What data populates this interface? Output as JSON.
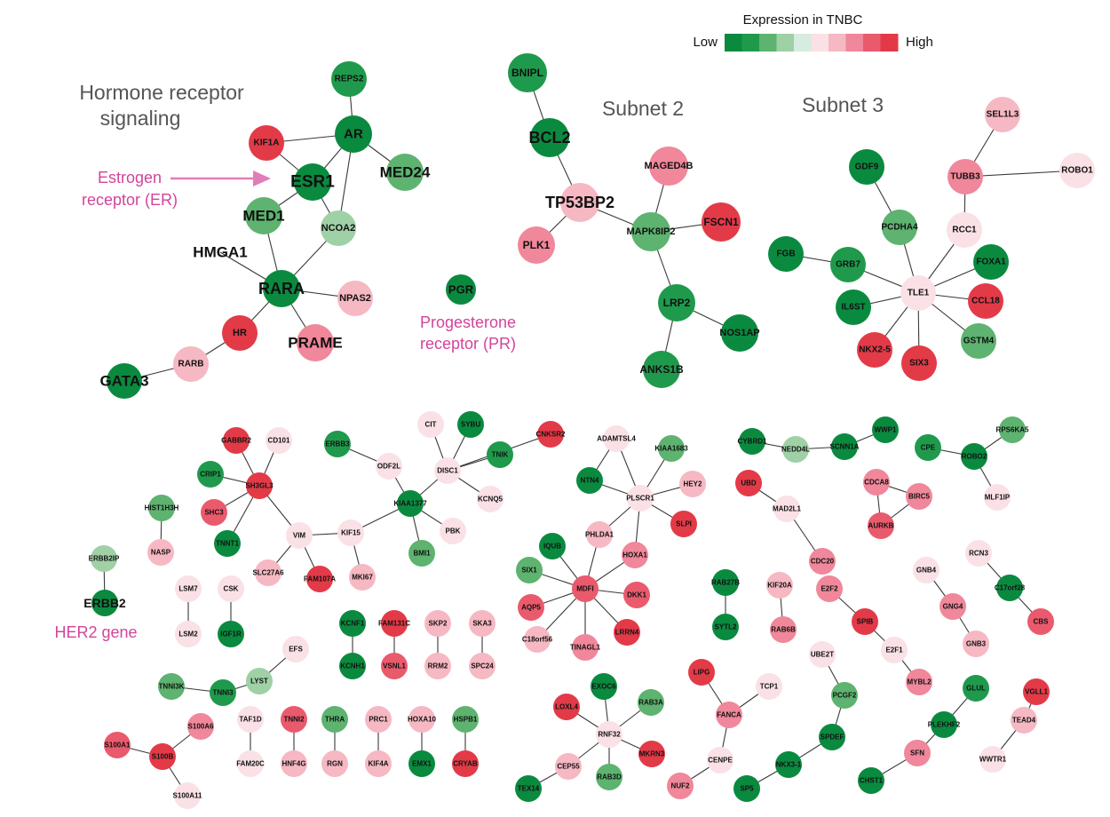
{
  "legend": {
    "title": "Expression in TNBC",
    "low_label": "Low",
    "high_label": "High",
    "swatches": [
      "#0a8a3f",
      "#1f9a4c",
      "#5db36f",
      "#9fd0a6",
      "#d6ece0",
      "#fae1e6",
      "#f6b8c2",
      "#f0879a",
      "#ea5a6d",
      "#e33a48"
    ]
  },
  "labels": {
    "hormone_title_line1": "Hormone receptor",
    "hormone_title_line2": "signaling",
    "subnet2": "Subnet 2",
    "subnet3": "Subnet 3",
    "er_line1": "Estrogen",
    "er_line2": "receptor (ER)",
    "pr_line1": "Progesterone",
    "pr_line2": "receptor (PR)",
    "her2": "HER2 gene"
  },
  "colors": {
    "g5": "#0a8a3f",
    "g4": "#1f9a4c",
    "g3": "#5db36f",
    "g2": "#9fd0a6",
    "g1": "#c9e6d2",
    "p1": "#fae1e6",
    "p2": "#f6b8c2",
    "p3": "#f0879a",
    "p4": "#ea5a6d",
    "p5": "#e33a48",
    "edge": "#3a3a3a",
    "annotation": "#d2449a"
  },
  "nodes": {
    "REPS2": {
      "label": "REPS2",
      "color": "g4"
    },
    "AR": {
      "label": "AR",
      "color": "g5"
    },
    "KIF1A": {
      "label": "KIF1A",
      "color": "p5"
    },
    "ESR1": {
      "label": "ESR1",
      "color": "g5"
    },
    "MED24": {
      "label": "MED24",
      "color": "g3"
    },
    "MED1": {
      "label": "MED1",
      "color": "g3"
    },
    "NCOA2": {
      "label": "NCOA2",
      "color": "g2"
    },
    "HMGA1": {
      "label": "HMGA1",
      "color": "p1"
    },
    "RARA": {
      "label": "RARA",
      "color": "g5"
    },
    "NPAS2": {
      "label": "NPAS2",
      "color": "p2"
    },
    "HR": {
      "label": "HR",
      "color": "p5"
    },
    "PRAME": {
      "label": "PRAME",
      "color": "p3"
    },
    "RARB": {
      "label": "RARB",
      "color": "p2"
    },
    "GATA3": {
      "label": "GATA3",
      "color": "g5"
    },
    "PGR": {
      "label": "PGR",
      "color": "g5"
    },
    "BNIPL": {
      "label": "BNIPL",
      "color": "g4"
    },
    "BCL2": {
      "label": "BCL2",
      "color": "g5"
    },
    "TP53BP2": {
      "label": "TP53BP2",
      "color": "p2"
    },
    "PLK1": {
      "label": "PLK1",
      "color": "p3"
    },
    "MAGED4B": {
      "label": "MAGED4B",
      "color": "p3"
    },
    "MAPK8IP2": {
      "label": "MAPK8IP2",
      "color": "g3"
    },
    "FSCN1": {
      "label": "FSCN1",
      "color": "p5"
    },
    "LRP2": {
      "label": "LRP2",
      "color": "g4"
    },
    "NOS1AP": {
      "label": "NOS1AP",
      "color": "g5"
    },
    "ANKS1B": {
      "label": "ANKS1B",
      "color": "g4"
    },
    "SEL1L3": {
      "label": "SEL1L3",
      "color": "p2"
    },
    "TUBB3": {
      "label": "TUBB3",
      "color": "p3"
    },
    "ROBO1": {
      "label": "ROBO1",
      "color": "p1"
    },
    "GDF9": {
      "label": "GDF9",
      "color": "g5"
    },
    "PCDHA4": {
      "label": "PCDHA4",
      "color": "g3"
    },
    "RCC1": {
      "label": "RCC1",
      "color": "p1"
    },
    "FGB": {
      "label": "FGB",
      "color": "g5"
    },
    "GRB7": {
      "label": "GRB7",
      "color": "g4"
    },
    "FOXA1": {
      "label": "FOXA1",
      "color": "g5"
    },
    "TLE1": {
      "label": "TLE1",
      "color": "p1"
    },
    "IL6ST": {
      "label": "IL6ST",
      "color": "g5"
    },
    "CCL18": {
      "label": "CCL18",
      "color": "p5"
    },
    "NKX2-5": {
      "label": "NKX2-5",
      "color": "p5"
    },
    "SIX3": {
      "label": "SIX3",
      "color": "p5"
    },
    "GSTM4": {
      "label": "GSTM4",
      "color": "g3"
    },
    "GABBR2": {
      "label": "GABBR2",
      "color": "p5"
    },
    "CD101": {
      "label": "CD101",
      "color": "p1"
    },
    "CRIP1": {
      "label": "CRIP1",
      "color": "g4"
    },
    "SH3GL3": {
      "label": "SH3GL3",
      "color": "p5"
    },
    "SHC3": {
      "label": "SHC3",
      "color": "p4"
    },
    "TNNT1": {
      "label": "TNNT1",
      "color": "g5"
    },
    "VIM": {
      "label": "VIM",
      "color": "p1"
    },
    "SLC27A6": {
      "label": "SLC27A6",
      "color": "p2"
    },
    "FAM107A": {
      "label": "FAM107A",
      "color": "p5"
    },
    "KIF15": {
      "label": "KIF15",
      "color": "p1"
    },
    "MKI67": {
      "label": "MKI67",
      "color": "p2"
    },
    "ERBB3": {
      "label": "ERBB3",
      "color": "g4"
    },
    "ODF2L": {
      "label": "ODF2L",
      "color": "p1"
    },
    "CIT": {
      "label": "CIT",
      "color": "p1"
    },
    "SYBU": {
      "label": "SYBU",
      "color": "g5"
    },
    "DISC1": {
      "label": "DISC1",
      "color": "p1"
    },
    "TNIK": {
      "label": "TNIK",
      "color": "g4"
    },
    "CNKSR2": {
      "label": "CNKSR2",
      "color": "p5"
    },
    "KIAA1377": {
      "label": "KIAA1377",
      "color": "g5"
    },
    "KCNQ5": {
      "label": "KCNQ5",
      "color": "p1"
    },
    "PBK": {
      "label": "PBK",
      "color": "p1"
    },
    "BMI1": {
      "label": "BMI1",
      "color": "g3"
    },
    "HIST1H3H": {
      "label": "HIST1H3H",
      "color": "g3"
    },
    "NASP": {
      "label": "NASP",
      "color": "p2"
    },
    "ERBB2IP": {
      "label": "ERBB2IP",
      "color": "g2"
    },
    "ERBB2": {
      "label": "ERBB2",
      "color": "g5"
    },
    "LSM7": {
      "label": "LSM7",
      "color": "p1"
    },
    "LSM2": {
      "label": "LSM2",
      "color": "p1"
    },
    "CSK": {
      "label": "CSK",
      "color": "p1"
    },
    "IGF1R": {
      "label": "IGF1R",
      "color": "g5"
    },
    "KCNF1": {
      "label": "KCNF1",
      "color": "g5"
    },
    "KCNH1": {
      "label": "KCNH1",
      "color": "g5"
    },
    "FAM131C": {
      "label": "FAM131C",
      "color": "p5"
    },
    "VSNL1": {
      "label": "VSNL1",
      "color": "p4"
    },
    "SKP2": {
      "label": "SKP2",
      "color": "p2"
    },
    "RRM2": {
      "label": "RRM2",
      "color": "p2"
    },
    "SKA3": {
      "label": "SKA3",
      "color": "p2"
    },
    "SPC24": {
      "label": "SPC24",
      "color": "p2"
    },
    "EFS": {
      "label": "EFS",
      "color": "p1"
    },
    "TNNI3K": {
      "label": "TNNI3K",
      "color": "g3"
    },
    "TNNI3": {
      "label": "TNNI3",
      "color": "g4"
    },
    "LYST": {
      "label": "LYST",
      "color": "g2"
    },
    "S100A6": {
      "label": "S100A6",
      "color": "p3"
    },
    "S100A1": {
      "label": "S100A1",
      "color": "p4"
    },
    "S100B": {
      "label": "S100B",
      "color": "p5"
    },
    "S100A11": {
      "label": "S100A11",
      "color": "p1"
    },
    "TAF1D": {
      "label": "TAF1D",
      "color": "p1"
    },
    "FAM20C": {
      "label": "FAM20C",
      "color": "p1"
    },
    "TNNI2": {
      "label": "TNNI2",
      "color": "p4"
    },
    "HNF4G": {
      "label": "HNF4G",
      "color": "p2"
    },
    "THRA": {
      "label": "THRA",
      "color": "g3"
    },
    "RGN": {
      "label": "RGN",
      "color": "p2"
    },
    "PRC1": {
      "label": "PRC1",
      "color": "p2"
    },
    "KIF4A": {
      "label": "KIF4A",
      "color": "p2"
    },
    "HOXA10": {
      "label": "HOXA10",
      "color": "p2"
    },
    "EMX1": {
      "label": "EMX1",
      "color": "g5"
    },
    "HSPB1": {
      "label": "HSPB1",
      "color": "g3"
    },
    "CRYAB": {
      "label": "CRYAB",
      "color": "p5"
    },
    "ADAMTSL4": {
      "label": "ADAMTSL4",
      "color": "p1"
    },
    "KIAA1683": {
      "label": "KIAA1683",
      "color": "g3"
    },
    "NTN4": {
      "label": "NTN4",
      "color": "g5"
    },
    "PLSCR1": {
      "label": "PLSCR1",
      "color": "p1"
    },
    "HEY2": {
      "label": "HEY2",
      "color": "p2"
    },
    "SLPI": {
      "label": "SLPI",
      "color": "p5"
    },
    "PHLDA1": {
      "label": "PHLDA1",
      "color": "p2"
    },
    "HOXA1": {
      "label": "HOXA1",
      "color": "p3"
    },
    "IQUB": {
      "label": "IQUB",
      "color": "g5"
    },
    "SIX1": {
      "label": "SIX1",
      "color": "g3"
    },
    "MDFI": {
      "label": "MDFI",
      "color": "p4"
    },
    "DKK1": {
      "label": "DKK1",
      "color": "p4"
    },
    "AQP5": {
      "label": "AQP5",
      "color": "p4"
    },
    "C18orf56": {
      "label": "C18orf56",
      "color": "p2"
    },
    "LRRN4": {
      "label": "LRRN4",
      "color": "p5"
    },
    "TINAGL1": {
      "label": "TINAGL1",
      "color": "p3"
    },
    "EXOC6": {
      "label": "EXOC6",
      "color": "g5"
    },
    "LOXL4": {
      "label": "LOXL4",
      "color": "p5"
    },
    "RAB3A": {
      "label": "RAB3A",
      "color": "g3"
    },
    "RNF32": {
      "label": "RNF32",
      "color": "p1"
    },
    "MKRN3": {
      "label": "MKRN3",
      "color": "p5"
    },
    "CEP55": {
      "label": "CEP55",
      "color": "p2"
    },
    "RAB3D": {
      "label": "RAB3D",
      "color": "g3"
    },
    "TEX14": {
      "label": "TEX14",
      "color": "g5"
    },
    "CYBRD1": {
      "label": "CYBRD1",
      "color": "g5"
    },
    "NEDD4L": {
      "label": "NEDD4L",
      "color": "g2"
    },
    "SCNN1A": {
      "label": "SCNN1A",
      "color": "g5"
    },
    "WWP1": {
      "label": "WWP1",
      "color": "g5"
    },
    "RPS6KA5": {
      "label": "RPS6KA5",
      "color": "g3"
    },
    "CPE": {
      "label": "CPE",
      "color": "g4"
    },
    "ROBO2": {
      "label": "ROBO2",
      "color": "g5"
    },
    "MLF1IP": {
      "label": "MLF1IP",
      "color": "p1"
    },
    "UBD": {
      "label": "UBD",
      "color": "p5"
    },
    "MAD2L1": {
      "label": "MAD2L1",
      "color": "p1"
    },
    "CDC20": {
      "label": "CDC20",
      "color": "p3"
    },
    "CDCA8": {
      "label": "CDCA8",
      "color": "p3"
    },
    "BIRC5": {
      "label": "BIRC5",
      "color": "p3"
    },
    "AURKB": {
      "label": "AURKB",
      "color": "p4"
    },
    "RAB27B": {
      "label": "RAB27B",
      "color": "g5"
    },
    "SYTL2": {
      "label": "SYTL2",
      "color": "g5"
    },
    "KIF20A": {
      "label": "KIF20A",
      "color": "p2"
    },
    "RAB6B": {
      "label": "RAB6B",
      "color": "p3"
    },
    "E2F2": {
      "label": "E2F2",
      "color": "p3"
    },
    "SPIB": {
      "label": "SPIB",
      "color": "p5"
    },
    "E2F1": {
      "label": "E2F1",
      "color": "p1"
    },
    "MYBL2": {
      "label": "MYBL2",
      "color": "p3"
    },
    "GNB4": {
      "label": "GNB4",
      "color": "p1"
    },
    "GNG4": {
      "label": "GNG4",
      "color": "p3"
    },
    "GNB3": {
      "label": "GNB3",
      "color": "p2"
    },
    "RCN3": {
      "label": "RCN3",
      "color": "p1"
    },
    "C17orf28": {
      "label": "C17orf28",
      "color": "g5"
    },
    "CBS": {
      "label": "CBS",
      "color": "p4"
    },
    "LIPG": {
      "label": "LIPG",
      "color": "p5"
    },
    "FANCA": {
      "label": "FANCA",
      "color": "p3"
    },
    "TCP1": {
      "label": "TCP1",
      "color": "p1"
    },
    "CENPE": {
      "label": "CENPE",
      "color": "p1"
    },
    "NUF2": {
      "label": "NUF2",
      "color": "p3"
    },
    "UBE2T": {
      "label": "UBE2T",
      "color": "p1"
    },
    "PCGF2": {
      "label": "PCGF2",
      "color": "g3"
    },
    "SPDEF": {
      "label": "SPDEF",
      "color": "g5"
    },
    "NKX3-1": {
      "label": "NKX3-1",
      "color": "g5"
    },
    "SP5": {
      "label": "SP5",
      "color": "g5"
    },
    "GLUL": {
      "label": "GLUL",
      "color": "g4"
    },
    "PLEKHF2": {
      "label": "PLEKHF2",
      "color": "g5"
    },
    "SFN": {
      "label": "SFN",
      "color": "p3"
    },
    "CHST1": {
      "label": "CHST1",
      "color": "g5"
    },
    "VGLL1": {
      "label": "VGLL1",
      "color": "p5"
    },
    "TEAD4": {
      "label": "TEAD4",
      "color": "p2"
    },
    "WWTR1": {
      "label": "WWTR1",
      "color": "p1"
    }
  },
  "edges": [
    [
      "REPS2",
      "AR"
    ],
    [
      "AR",
      "KIF1A"
    ],
    [
      "AR",
      "ESR1"
    ],
    [
      "AR",
      "MED24"
    ],
    [
      "AR",
      "NCOA2"
    ],
    [
      "KIF1A",
      "ESR1"
    ],
    [
      "ESR1",
      "MED1"
    ],
    [
      "ESR1",
      "NCOA2"
    ],
    [
      "MED1",
      "RARA"
    ],
    [
      "NCOA2",
      "RARA"
    ],
    [
      "HMGA1",
      "RARA"
    ],
    [
      "RARA",
      "NPAS2"
    ],
    [
      "RARA",
      "PRAME"
    ],
    [
      "RARA",
      "HR"
    ],
    [
      "HR",
      "RARB"
    ],
    [
      "RARB",
      "GATA3"
    ],
    [
      "BNIPL",
      "BCL2"
    ],
    [
      "BCL2",
      "TP53BP2"
    ],
    [
      "TP53BP2",
      "PLK1"
    ],
    [
      "TP53BP2",
      "MAPK8IP2"
    ],
    [
      "MAGED4B",
      "MAPK8IP2"
    ],
    [
      "MAPK8IP2",
      "FSCN1"
    ],
    [
      "MAPK8IP2",
      "LRP2"
    ],
    [
      "LRP2",
      "NOS1AP"
    ],
    [
      "LRP2",
      "ANKS1B"
    ],
    [
      "SEL1L3",
      "TUBB3"
    ],
    [
      "TUBB3",
      "ROBO1"
    ],
    [
      "TUBB3",
      "RCC1"
    ],
    [
      "GDF9",
      "PCDHA4"
    ],
    [
      "PCDHA4",
      "TLE1"
    ],
    [
      "RCC1",
      "TLE1"
    ],
    [
      "FGB",
      "GRB7"
    ],
    [
      "GRB7",
      "TLE1"
    ],
    [
      "FOXA1",
      "TLE1"
    ],
    [
      "TLE1",
      "IL6ST"
    ],
    [
      "TLE1",
      "CCL18"
    ],
    [
      "TLE1",
      "NKX2-5"
    ],
    [
      "TLE1",
      "SIX3"
    ],
    [
      "TLE1",
      "GSTM4"
    ],
    [
      "GABBR2",
      "SH3GL3"
    ],
    [
      "CD101",
      "SH3GL3"
    ],
    [
      "CRIP1",
      "SH3GL3"
    ],
    [
      "SH3GL3",
      "SHC3"
    ],
    [
      "SH3GL3",
      "TNNT1"
    ],
    [
      "SH3GL3",
      "VIM"
    ],
    [
      "VIM",
      "SLC27A6"
    ],
    [
      "VIM",
      "FAM107A"
    ],
    [
      "VIM",
      "KIF15"
    ],
    [
      "KIF15",
      "MKI67"
    ],
    [
      "KIF15",
      "KIAA1377"
    ],
    [
      "ERBB3",
      "ODF2L"
    ],
    [
      "ODF2L",
      "KIAA1377"
    ],
    [
      "KIAA1377",
      "DISC1"
    ],
    [
      "CIT",
      "DISC1"
    ],
    [
      "SYBU",
      "DISC1"
    ],
    [
      "DISC1",
      "TNIK"
    ],
    [
      "DISC1",
      "CNKSR2"
    ],
    [
      "DISC1",
      "KCNQ5"
    ],
    [
      "KIAA1377",
      "PBK"
    ],
    [
      "KIAA1377",
      "BMI1"
    ],
    [
      "HIST1H3H",
      "NASP"
    ],
    [
      "ERBB2IP",
      "ERBB2"
    ],
    [
      "LSM7",
      "LSM2"
    ],
    [
      "CSK",
      "IGF1R"
    ],
    [
      "KCNF1",
      "KCNH1"
    ],
    [
      "FAM131C",
      "VSNL1"
    ],
    [
      "SKP2",
      "RRM2"
    ],
    [
      "SKA3",
      "SPC24"
    ],
    [
      "TNNI3K",
      "TNNI3"
    ],
    [
      "TNNI3",
      "LYST"
    ],
    [
      "LYST",
      "EFS"
    ],
    [
      "S100A1",
      "S100B"
    ],
    [
      "S100A6",
      "S100B"
    ],
    [
      "S100B",
      "S100A11"
    ],
    [
      "TAF1D",
      "FAM20C"
    ],
    [
      "TNNI2",
      "HNF4G"
    ],
    [
      "THRA",
      "RGN"
    ],
    [
      "PRC1",
      "KIF4A"
    ],
    [
      "HOXA10",
      "EMX1"
    ],
    [
      "HSPB1",
      "CRYAB"
    ],
    [
      "ADAMTSL4",
      "NTN4"
    ],
    [
      "ADAMTSL4",
      "PLSCR1"
    ],
    [
      "KIAA1683",
      "PLSCR1"
    ],
    [
      "NTN4",
      "PLSCR1"
    ],
    [
      "PLSCR1",
      "HEY2"
    ],
    [
      "PLSCR1",
      "SLPI"
    ],
    [
      "PLSCR1",
      "PHLDA1"
    ],
    [
      "PLSCR1",
      "HOXA1"
    ],
    [
      "PHLDA1",
      "MDFI"
    ],
    [
      "HOXA1",
      "MDFI"
    ],
    [
      "IQUB",
      "MDFI"
    ],
    [
      "SIX1",
      "MDFI"
    ],
    [
      "MDFI",
      "DKK1"
    ],
    [
      "MDFI",
      "AQP5"
    ],
    [
      "MDFI",
      "C18orf56"
    ],
    [
      "MDFI",
      "LRRN4"
    ],
    [
      "MDFI",
      "TINAGL1"
    ],
    [
      "EXOC6",
      "RNF32"
    ],
    [
      "LOXL4",
      "RNF32"
    ],
    [
      "RAB3A",
      "RNF32"
    ],
    [
      "RNF32",
      "MKRN3"
    ],
    [
      "RNF32",
      "CEP55"
    ],
    [
      "RNF32",
      "RAB3D"
    ],
    [
      "CEP55",
      "TEX14"
    ],
    [
      "CYBRD1",
      "NEDD4L"
    ],
    [
      "NEDD4L",
      "SCNN1A"
    ],
    [
      "SCNN1A",
      "WWP1"
    ],
    [
      "CPE",
      "ROBO2"
    ],
    [
      "RPS6KA5",
      "ROBO2"
    ],
    [
      "ROBO2",
      "MLF1IP"
    ],
    [
      "UBD",
      "MAD2L1"
    ],
    [
      "MAD2L1",
      "CDC20"
    ],
    [
      "CDCA8",
      "BIRC5"
    ],
    [
      "CDCA8",
      "AURKB"
    ],
    [
      "BIRC5",
      "AURKB"
    ],
    [
      "RAB27B",
      "SYTL2"
    ],
    [
      "KIF20A",
      "RAB6B"
    ],
    [
      "E2F2",
      "SPIB"
    ],
    [
      "SPIB",
      "E2F1"
    ],
    [
      "E2F1",
      "MYBL2"
    ],
    [
      "GNB4",
      "GNG4"
    ],
    [
      "GNG4",
      "GNB3"
    ],
    [
      "RCN3",
      "C17orf28"
    ],
    [
      "C17orf28",
      "CBS"
    ],
    [
      "LIPG",
      "FANCA"
    ],
    [
      "FANCA",
      "TCP1"
    ],
    [
      "FANCA",
      "CENPE"
    ],
    [
      "CENPE",
      "NUF2"
    ],
    [
      "UBE2T",
      "PCGF2"
    ],
    [
      "PCGF2",
      "SPDEF"
    ],
    [
      "SPDEF",
      "NKX3-1"
    ],
    [
      "NKX3-1",
      "SP5"
    ],
    [
      "GLUL",
      "PLEKHF2"
    ],
    [
      "PLEKHF2",
      "SFN"
    ],
    [
      "SFN",
      "CHST1"
    ],
    [
      "VGLL1",
      "TEAD4"
    ],
    [
      "TEAD4",
      "WWTR1"
    ]
  ]
}
